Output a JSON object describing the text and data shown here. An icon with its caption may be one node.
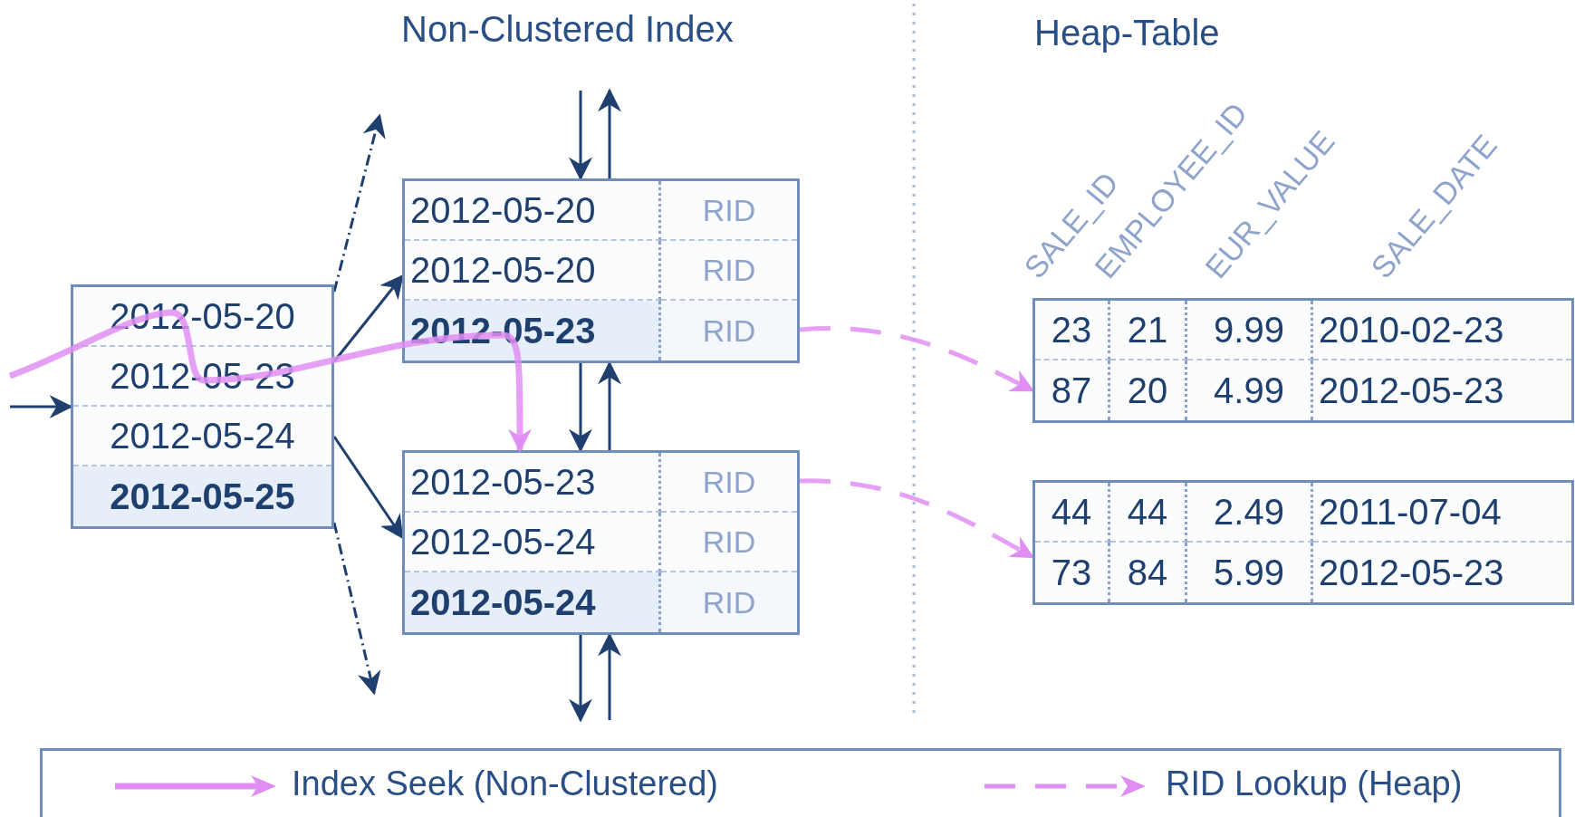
{
  "diagram": {
    "nodes": [
      {
        "text": [
          "2012-05-20",
          "2012-05-23",
          "2012-05-24",
          "2012-05-25"
        ]
      },
      {
        "text": [
          "2012-05-20",
          "RID",
          "2012-05-20",
          "RID",
          "2012-05-23",
          "RID"
        ]
      },
      {
        "text": [
          "2012-05-23",
          "RID",
          "2012-05-24",
          "RID",
          "2012-05-24",
          "RID"
        ]
      },
      {
        "text": [
          "23",
          "21",
          "9.99",
          "2010-02-23",
          "87",
          "20",
          "4.99",
          "2012-05-23"
        ]
      },
      {
        "text": [
          "44",
          "44",
          "2.49",
          "2011-07-04",
          "73",
          "84",
          "5.99",
          "2012-05-23"
        ]
      }
    ],
    "edges": [
      {
        "from": null,
        "to": 0,
        "arrow": "to"
      },
      {
        "from": 0,
        "to": 1,
        "arrow": "to"
      },
      {
        "from": 0,
        "to": 2,
        "arrow": "to"
      },
      {
        "from": 0,
        "to": null,
        "arrow": "to",
        "style": "dashed"
      },
      {
        "from": 0,
        "to": null,
        "arrow": "to",
        "style": "dashed"
      },
      {
        "from": null,
        "to": 1,
        "arrow": "to"
      },
      {
        "from": 1,
        "to": null,
        "arrow": "to"
      },
      {
        "from": 1,
        "to": 2,
        "arrow": "to"
      },
      {
        "from": 2,
        "to": 1,
        "arrow": "to"
      },
      {
        "from": 2,
        "to": null,
        "arrow": "to"
      },
      {
        "from": null,
        "to": 2,
        "arrow": "to"
      },
      {
        "from": 1,
        "to": 3,
        "arrow": "to",
        "style": "dashed",
        "color": "#e08ef2"
      },
      {
        "from": 2,
        "to": 4,
        "arrow": "to",
        "style": "dashed",
        "color": "#e08ef2"
      },
      {
        "from": null,
        "to": 2,
        "arrow": "to",
        "style": "thick",
        "color": "#e08ef2"
      }
    ],
    "labels": [
      "Non-Clustered Index",
      "Heap-Table",
      "SALE_ID",
      "EMPLOYEE_ID",
      "EUR_VALUE",
      "SALE_DATE"
    ],
    "legend": [
      {
        "text": "Index Seek (Non-Clustered)"
      },
      {
        "text": "RID Lookup (Heap)"
      }
    ]
  }
}
